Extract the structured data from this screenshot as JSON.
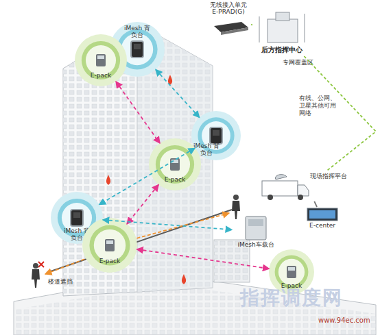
{
  "diagram": {
    "nodes": [
      {
        "text": [
          "无线接入单元 E-PRAD(G)"
        ]
      },
      {
        "text": [
          "后方指挥中心"
        ]
      },
      {
        "text": [
          "iMesh 背负台"
        ]
      },
      {
        "text": [
          "E-pack"
        ]
      },
      {
        "text": [
          "iMesh 背负台"
        ]
      },
      {
        "text": [
          "E-pack"
        ]
      },
      {
        "text": [
          "现场指挥平台"
        ]
      },
      {
        "text": [
          "E-center"
        ]
      },
      {
        "text": [
          "iMesh 背负台"
        ]
      },
      {
        "text": [
          "E-pack"
        ]
      },
      {
        "text": [
          "iMesh车载台"
        ]
      },
      {
        "text": [
          "E-pack"
        ]
      }
    ],
    "edges": [
      {
        "from": 0,
        "to": 1,
        "arrow": "none"
      },
      {
        "from": 1,
        "to": 6,
        "label": "有线、公网、卫星其他可用网络",
        "arrow": "none"
      },
      {
        "from": 6,
        "to": 7,
        "arrow": "none"
      },
      {
        "from": 2,
        "to": 4,
        "arrow": "both"
      },
      {
        "from": 3,
        "to": 5,
        "arrow": "both"
      },
      {
        "from": 4,
        "to": 8,
        "arrow": "both"
      },
      {
        "from": 5,
        "to": 9,
        "arrow": "both"
      },
      {
        "from": 8,
        "to": 10,
        "arrow": "both"
      },
      {
        "from": 9,
        "to": 11,
        "arrow": "both"
      }
    ],
    "labels": [
      "专网覆盖区",
      "楼道遮挡",
      "指挥调度网",
      "www.94ec.com"
    ]
  }
}
